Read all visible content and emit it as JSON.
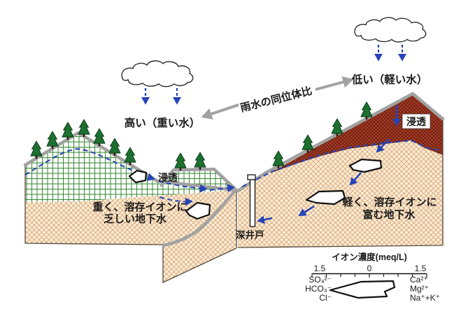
{
  "diagram": {
    "labels": {
      "isotope_ratio": "雨水の同位体比",
      "high_heavy_water": "高い（重い水）",
      "low_light_water": "低い（軽い水）",
      "infiltration_left": "浸透",
      "infiltration_right": "浸透",
      "left_gw_line1": "重く、溶存イオンに",
      "left_gw_line2": "乏しい地下水",
      "right_gw_line1": "軽く、溶存イオンに",
      "right_gw_line2": "富む地下水",
      "deep_well": "深井戸"
    },
    "legend": {
      "title": "イオン濃度(meq/L)",
      "scale": {
        "left": "1.5",
        "center": "0",
        "right": "1.5"
      },
      "left_ions": [
        "SO₄²⁻",
        "HCO₃⁻",
        "Cl⁻"
      ],
      "right_ions": [
        "Ca²⁺",
        "Mg²⁺",
        "Na⁺+K⁺"
      ]
    },
    "colors": {
      "flow_blue": "#2743b5",
      "outline_gray": "#a2a2a2",
      "tree_green": "#1d7030",
      "terrain_green_line": "#35883a",
      "terrain_sand_bg": "#f9eed6",
      "terrain_sand_line": "#dca478",
      "terrain_red_bg": "#aa4028",
      "terrain_red_line": "#6e1d10"
    }
  }
}
